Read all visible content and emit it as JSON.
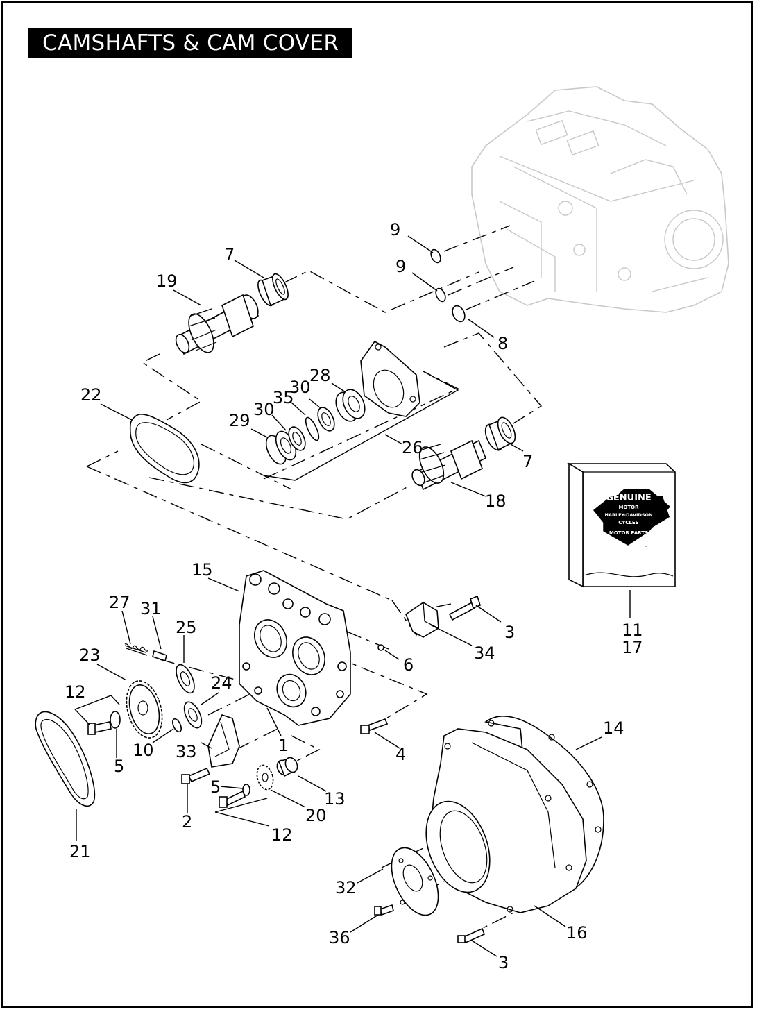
{
  "title": "CAMSHAFTS & CAM COVER",
  "logo": {
    "line1": "GENUINE",
    "line2": "MOTOR",
    "line3": "HARLEY-DAVIDSON",
    "line4": "CYCLES",
    "line5": "MOTOR PARTS",
    "mark": "™"
  },
  "callouts": {
    "c1": "1",
    "c2": "2",
    "c3a": "3",
    "c3b": "3",
    "c4": "4",
    "c5a": "5",
    "c5b": "5",
    "c6": "6",
    "c7a": "7",
    "c7b": "7",
    "c8": "8",
    "c9a": "9",
    "c9b": "9",
    "c10": "10",
    "c11": "11",
    "c17": "17",
    "c12a": "12",
    "c12b": "12",
    "c13": "13",
    "c14": "14",
    "c15": "15",
    "c16": "16",
    "c18": "18",
    "c19": "19",
    "c20": "20",
    "c21": "21",
    "c22": "22",
    "c23": "23",
    "c24": "24",
    "c25": "25",
    "c26": "26",
    "c27": "27",
    "c28": "28",
    "c29": "29",
    "c30a": "30",
    "c30b": "30",
    "c31": "31",
    "c32": "32",
    "c33": "33",
    "c34": "34",
    "c35": "35",
    "c36": "36"
  }
}
